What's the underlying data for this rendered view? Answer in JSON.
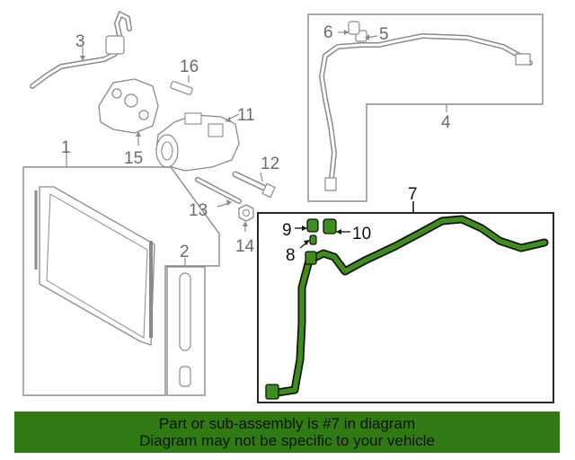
{
  "colors": {
    "highlight_fill": "#2b6e12",
    "line_gray": "#8a8a8a",
    "part_highlight": "#3f8e1c",
    "banner": "#2f7a12"
  },
  "callouts": {
    "c1": "1",
    "c2": "2",
    "c3": "3",
    "c4": "4",
    "c5": "5",
    "c6": "6",
    "c7": "7",
    "c8": "8",
    "c9": "9",
    "c10": "10",
    "c11": "11",
    "c12": "12",
    "c13": "13",
    "c14": "14",
    "c15": "15",
    "c16": "16"
  },
  "banner": {
    "line1": "Part or sub-assembly is #7 in diagram",
    "line2": "Diagram may not be specific to your vehicle"
  }
}
